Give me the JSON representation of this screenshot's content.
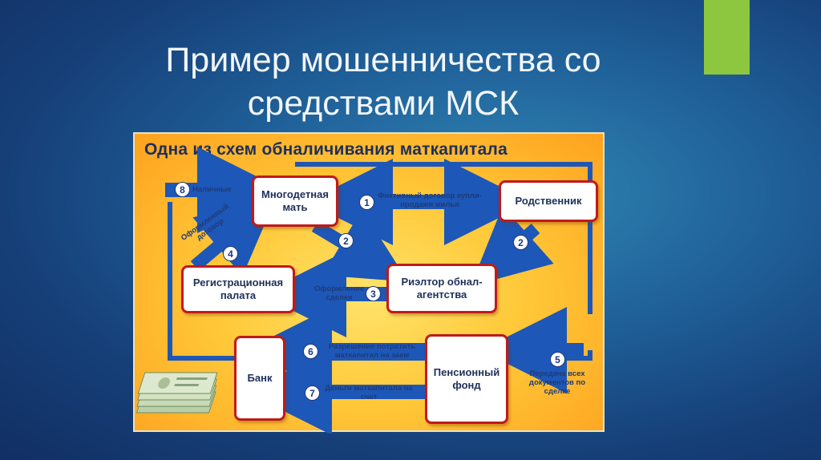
{
  "slide": {
    "title": "Пример мошенничества со средствами МСК",
    "accent_color": "#8dc63f"
  },
  "diagram": {
    "title": "Одна из схем обналичивания маткапитала",
    "nodes": {
      "mother": "Многодетная мать",
      "relative": "Родственник",
      "registry": "Регистрационная палата",
      "realtor": "Риэлтор обнал-агентства",
      "bank": "Банк",
      "pension": "Пенсионный фонд"
    },
    "steps": [
      {
        "num": "1",
        "label": "Фиктивный договор купли-продажи жилья"
      },
      {
        "num": "2",
        "label": ""
      },
      {
        "num": "2",
        "label": ""
      },
      {
        "num": "3",
        "label": "Оформление сделки"
      },
      {
        "num": "4",
        "label": "Оформленный договор"
      },
      {
        "num": "5",
        "label": "Передача всех документов по сделке"
      },
      {
        "num": "6",
        "label": "Разрешение потратить маткапитал на заем"
      },
      {
        "num": "7",
        "label": "Деньги маткапитала на счет"
      },
      {
        "num": "8",
        "label": "Наличные"
      }
    ],
    "colors": {
      "arrow": "#1d57b8",
      "box_border": "#c01a1a",
      "background": "#ffc93a"
    }
  }
}
